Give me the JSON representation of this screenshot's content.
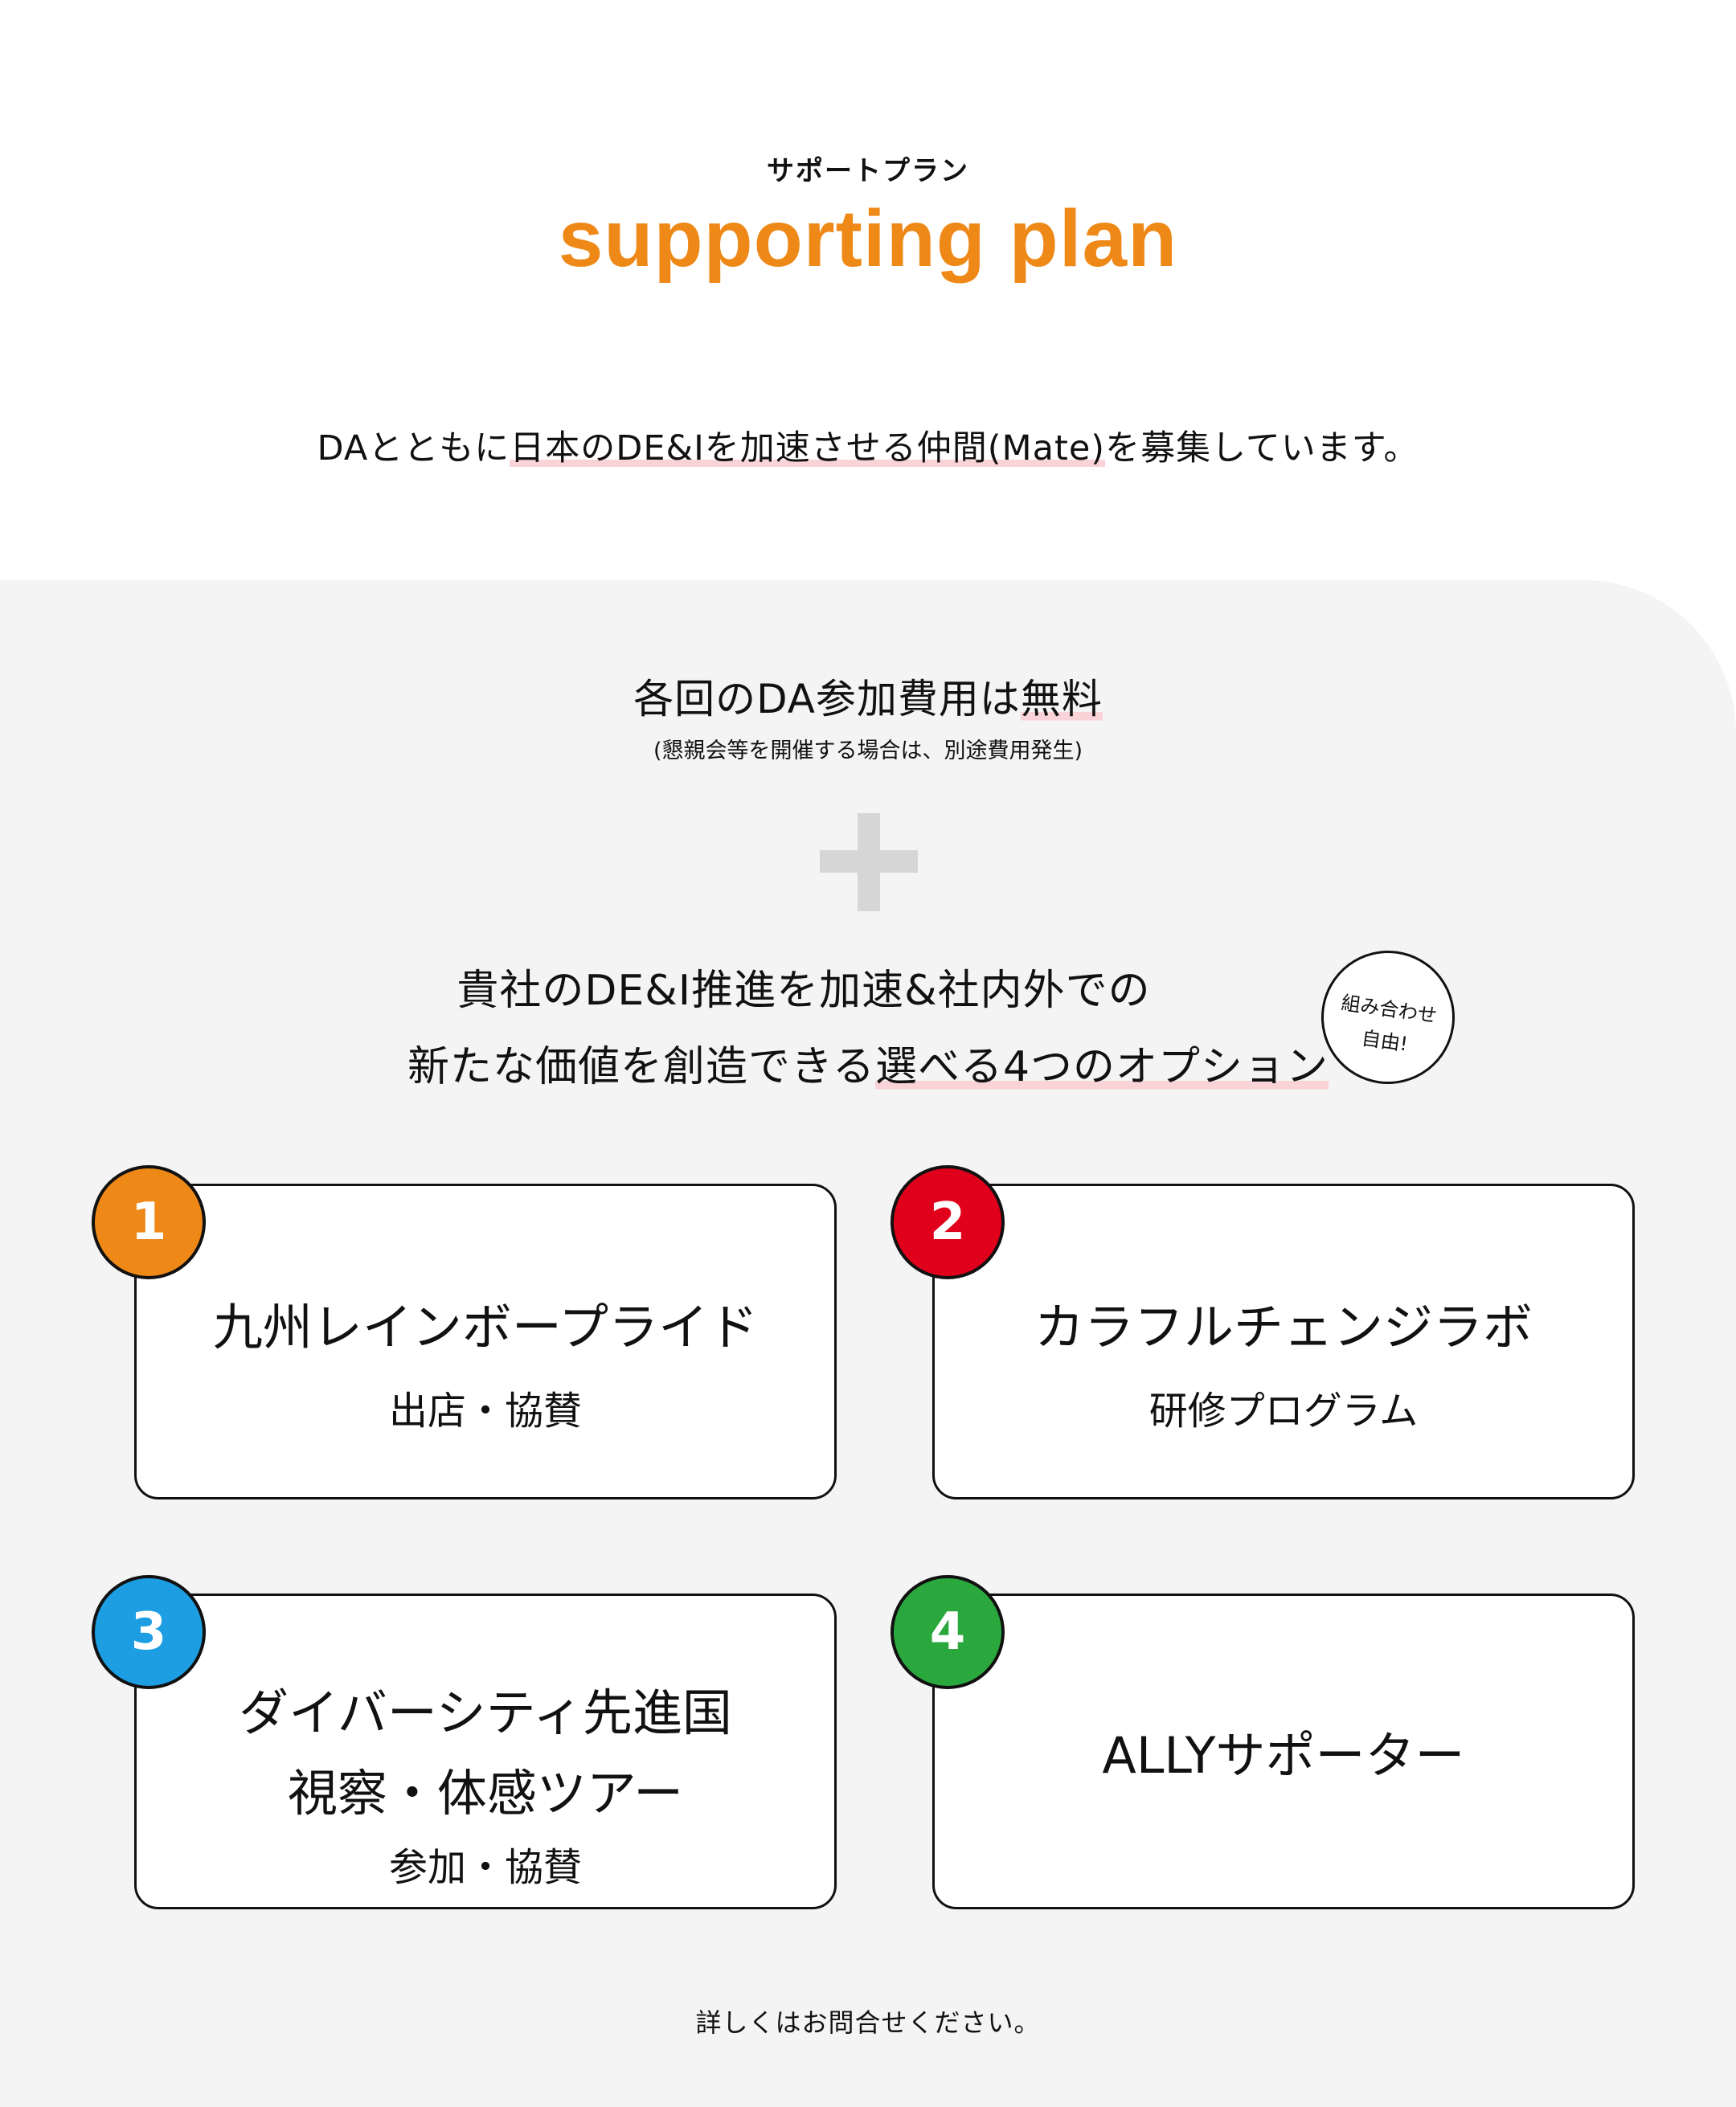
{
  "colors": {
    "accent": "#ee8817",
    "highlight": "#f9d3d6",
    "panel_bg": "#f4f4f4",
    "plus": "#d6d6d6"
  },
  "header": {
    "eyebrow": "サポートプラン",
    "title": "supporting plan"
  },
  "lead": {
    "before": "DAとともに",
    "highlight": "日本のDE&Iを加速させる仲間(Mate)",
    "after": "を募集しています。"
  },
  "free": {
    "before": "各回のDA参加費用は",
    "highlight": "無料",
    "note": "(懇親会等を開催する場合は、別途費用発生)"
  },
  "plus_icon": "plus-icon",
  "options": {
    "line1": "貴社のDE&I推進を加速&社内外での",
    "line2_before": "新たな価値を創造できる",
    "line2_highlight": "選べる4つのオプション",
    "badge_line1": "組み合わせ",
    "badge_line2": "自由!"
  },
  "cards": [
    {
      "number": "1",
      "color": "#ee8817",
      "title": "九州レインボープライド",
      "subtitle": "出店・協賛"
    },
    {
      "number": "2",
      "color": "#e0001b",
      "title": "カラフルチェンジラボ",
      "subtitle": "研修プログラム"
    },
    {
      "number": "3",
      "color": "#1d9ee3",
      "title_line1": "ダイバーシティ先進国",
      "title_line2": "視察・体感ツアー",
      "subtitle": "参加・協賛"
    },
    {
      "number": "4",
      "color": "#2aa83d",
      "title": "ALLYサポーター"
    }
  ],
  "footer": "詳しくはお問合せください。"
}
